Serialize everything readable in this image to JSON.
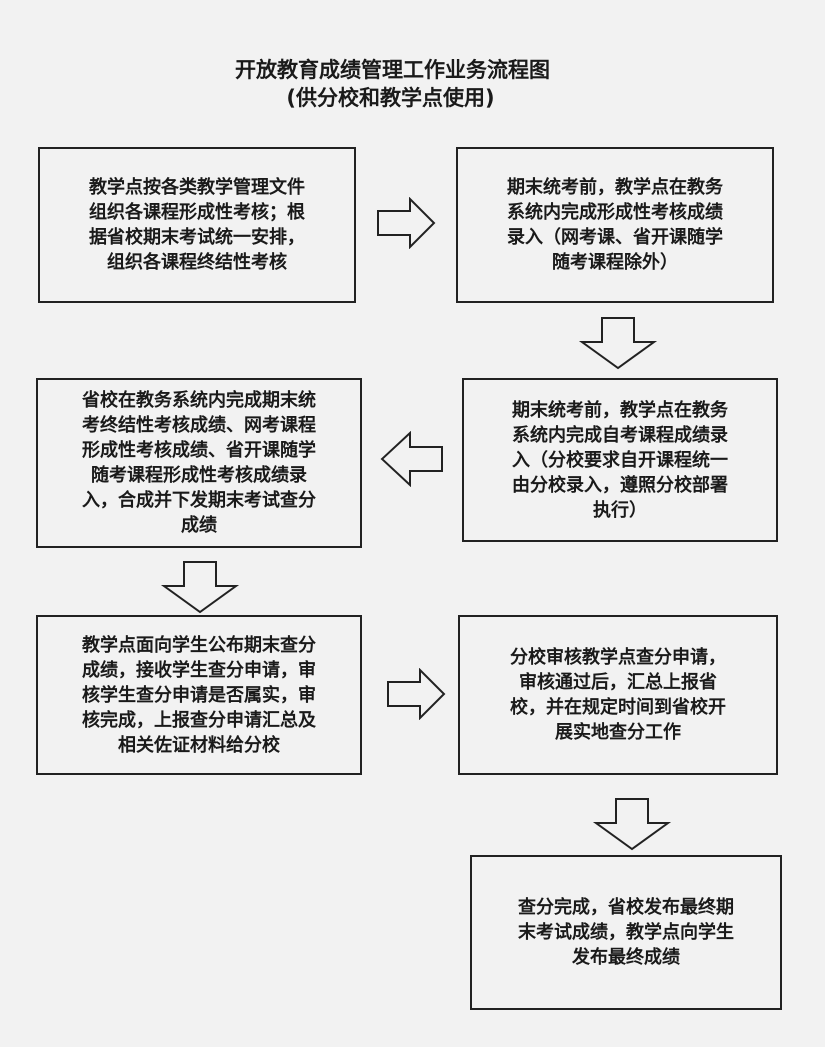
{
  "title": {
    "main": "开放教育成绩管理工作业务流程图",
    "sub": "(供分校和教学点使用)"
  },
  "steps": {
    "step1": "教学点按各类教学管理文件\n组织各课程形成性考核；根\n据省校期末考试统一安排，\n组织各课程终结性考核",
    "step2": "期末统考前，教学点在教务\n系统内完成形成性考核成绩\n录入（网考课、省开课随学\n随考课程除外）",
    "step3": "期末统考前，教学点在教务\n系统内完成自考课程成绩录\n入（分校要求自开课程统一\n由分校录入，遵照分校部署\n执行）",
    "step4": "省校在教务系统内完成期末统\n考终结性考核成绩、网考课程\n形成性考核成绩、省开课随学\n随考课程形成性考核成绩录\n入，合成并下发期末考试查分\n成绩",
    "step5": "教学点面向学生公布期末查分\n成绩，接收学生查分申请，审\n核学生查分申请是否属实，审\n核完成，上报查分申请汇总及\n相关佐证材料给分校",
    "step6": "分校审核教学点查分申请，\n审核通过后，汇总上报省\n校，并在规定时间到省校开\n展实地查分工作",
    "step7": "查分完成，省校发布最终期\n末考试成绩，教学点向学生\n发布最终成绩"
  },
  "colors": {
    "background": "#f2f2f2",
    "stroke": "#222222",
    "text": "#1a1a1a"
  }
}
